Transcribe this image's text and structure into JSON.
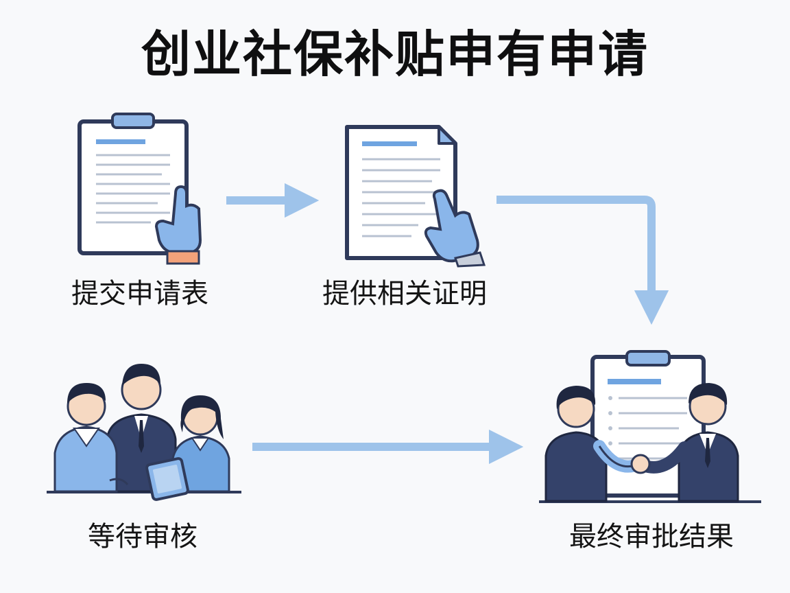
{
  "title": "创业社保补贴申有申请",
  "steps": [
    {
      "label": "提交申请表"
    },
    {
      "label": "提供相关证明"
    },
    {
      "label": "等待审核"
    },
    {
      "label": "最终审批结果"
    }
  ],
  "colors": {
    "arrow": "#9ec3ea",
    "ink": "#2f3a5a",
    "accent": "#6fa4e0",
    "suit": "#34426a",
    "skin": "#f6d9c2",
    "paper": "#ffffff"
  }
}
